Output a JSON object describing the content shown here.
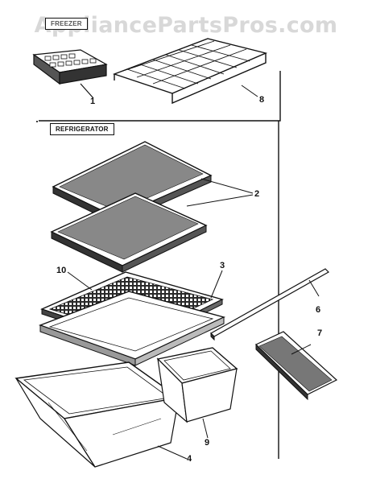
{
  "watermark": "AppliancePartsPros.com",
  "sections": {
    "freezer": "FREEZER",
    "refrigerator": "REFRIGERATOR"
  },
  "callouts": [
    "1",
    "8",
    "2",
    "3",
    "10",
    "6",
    "7",
    "4",
    "9"
  ]
}
